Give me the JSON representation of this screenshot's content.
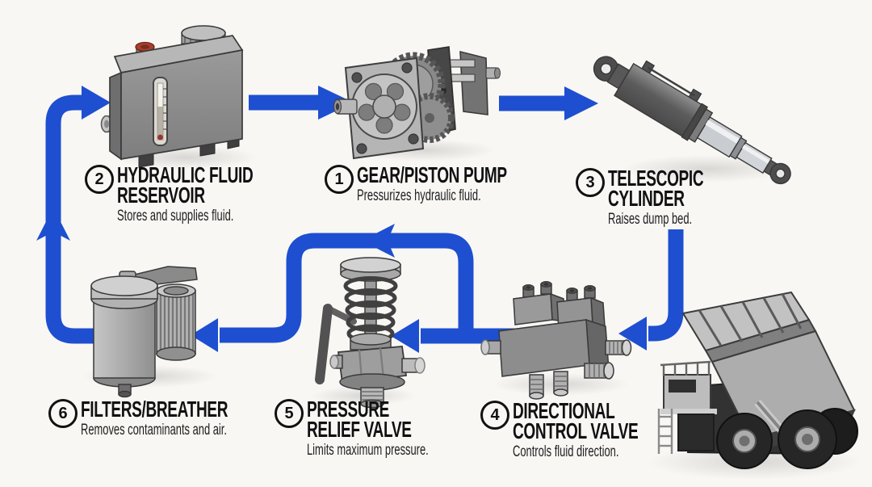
{
  "theme": {
    "accent": "#1e4fd0",
    "bg": "#f8f7f4",
    "ink": "#111111"
  },
  "labels": {
    "pump": {
      "num": "1",
      "line1": "GEAR/PISTON PUMP",
      "line2": "",
      "desc": "Pressurizes hydraulic fluid."
    },
    "reservoir": {
      "num": "2",
      "line1": "HYDRAULIC FLUID",
      "line2": "RESERVOIR",
      "desc": "Stores and supplies fluid."
    },
    "cylinder": {
      "num": "3",
      "line1": "TELESCOPIC",
      "line2": "CYLINDER",
      "desc": "Raises dump bed."
    },
    "dvalve": {
      "num": "4",
      "line1": "DIRECTIONAL",
      "line2": "CONTROL VALVE",
      "desc": "Controls fluid direction."
    },
    "rvalve": {
      "num": "5",
      "line1": "PRESSURE",
      "line2": "RELIEF VALVE",
      "desc": "Limits maximum pressure."
    },
    "filter": {
      "num": "6",
      "line1": "FILTERS/BREATHER",
      "line2": "",
      "desc": "Removes contaminants and air."
    }
  }
}
